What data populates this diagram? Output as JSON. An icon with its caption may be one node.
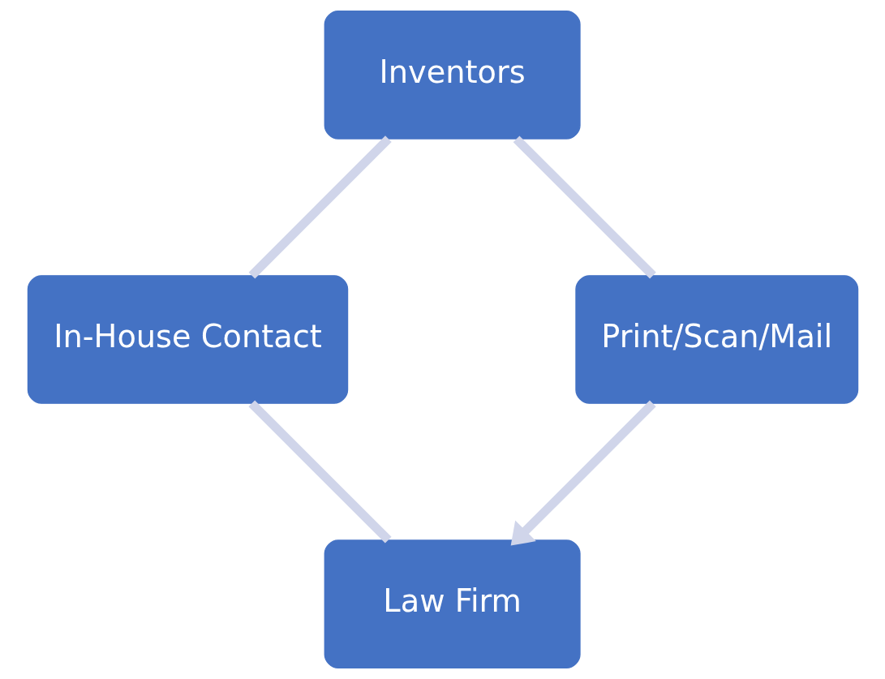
{
  "diagram": {
    "nodes": [
      {
        "text": [
          "Law Firm"
        ]
      },
      {
        "text": [
          "In-House Contact"
        ]
      },
      {
        "text": [
          "Inventors"
        ]
      },
      {
        "text": [
          "Print/Scan/Mail"
        ]
      }
    ],
    "edges": [
      {
        "from": 0,
        "to": 1,
        "arrow": "none"
      },
      {
        "from": 1,
        "to": 2,
        "arrow": "none"
      },
      {
        "from": 2,
        "to": 3,
        "arrow": "none"
      },
      {
        "from": 3,
        "to": 0,
        "arrow": "to"
      }
    ]
  }
}
